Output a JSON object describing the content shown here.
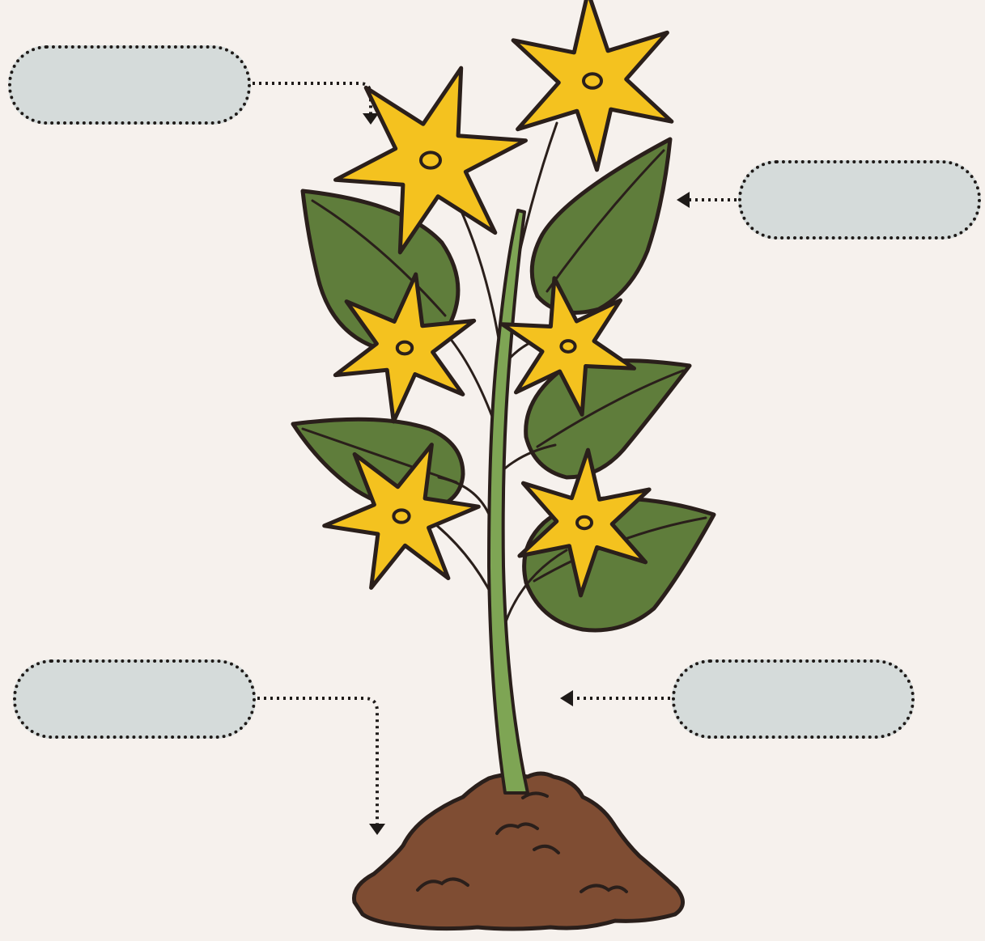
{
  "labels": [
    {
      "id": "flower",
      "text": ""
    },
    {
      "id": "leaf",
      "text": ""
    },
    {
      "id": "root",
      "text": ""
    },
    {
      "id": "stem",
      "text": ""
    }
  ],
  "colors": {
    "background": "#f6f1ed",
    "label_fill": "#d5dbda",
    "outline": "#2a1f1b",
    "leaf": "#5f7d3b",
    "stem": "#7ea554",
    "flower": "#f4c21f",
    "soil": "#7f4d33"
  }
}
